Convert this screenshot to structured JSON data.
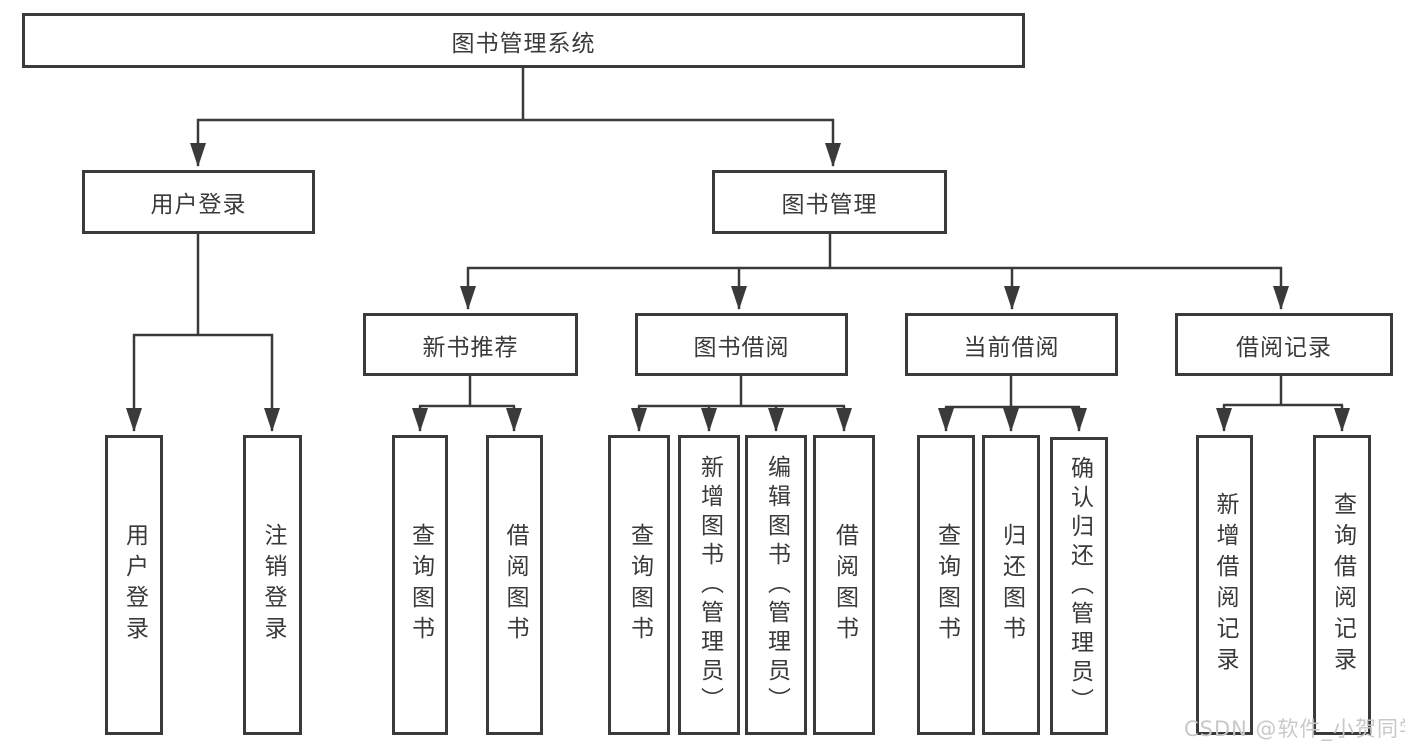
{
  "diagram": {
    "root": "图书管理系统",
    "user_login": {
      "label": "用户登录",
      "children": [
        "用户登录",
        "注销登录"
      ]
    },
    "book_management": {
      "label": "图书管理",
      "sections": {
        "new_book_recommend": {
          "label": "新书推荐",
          "children": [
            "查询图书",
            "借阅图书"
          ]
        },
        "book_borrowing": {
          "label": "图书借阅",
          "children": [
            "查询图书",
            "新增图书（管理员）",
            "编辑图书（管理员）",
            "借阅图书"
          ]
        },
        "current_borrowing": {
          "label": "当前借阅",
          "children": [
            "查询图书",
            "归还图书",
            "确认归还（管理员）"
          ]
        },
        "borrowing_records": {
          "label": "借阅记录",
          "children": [
            "新增借阅记录",
            "查询借阅记录"
          ]
        }
      }
    }
  },
  "watermark": "CSDN @软件_小贺同学",
  "colors": {
    "line": "#3a3a3a",
    "text": "#3a3a3a",
    "box_background": "#ffffff",
    "watermark": "#c9c9c9",
    "background": "#ffffff"
  }
}
